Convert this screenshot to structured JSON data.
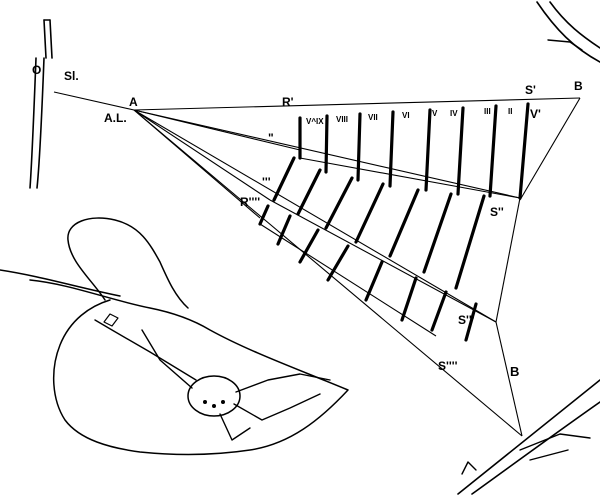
{
  "figure": {
    "labels": {
      "o": "O",
      "sl": "Sl.",
      "a": "A",
      "al": "A.L.",
      "r1": "R'",
      "r2": "\"",
      "r3": "'''",
      "r4": "R''''",
      "s1": "S'",
      "s2": "S''",
      "s3": "S'''",
      "s4": "S''''",
      "b_top": "B",
      "b_low": "B",
      "v9": "V^IX",
      "v8": "VIII",
      "v7": "VII",
      "v6": "VI",
      "v5": "V",
      "v4": "IV",
      "v3": "III",
      "v2": "II",
      "v1": "V'"
    }
  }
}
